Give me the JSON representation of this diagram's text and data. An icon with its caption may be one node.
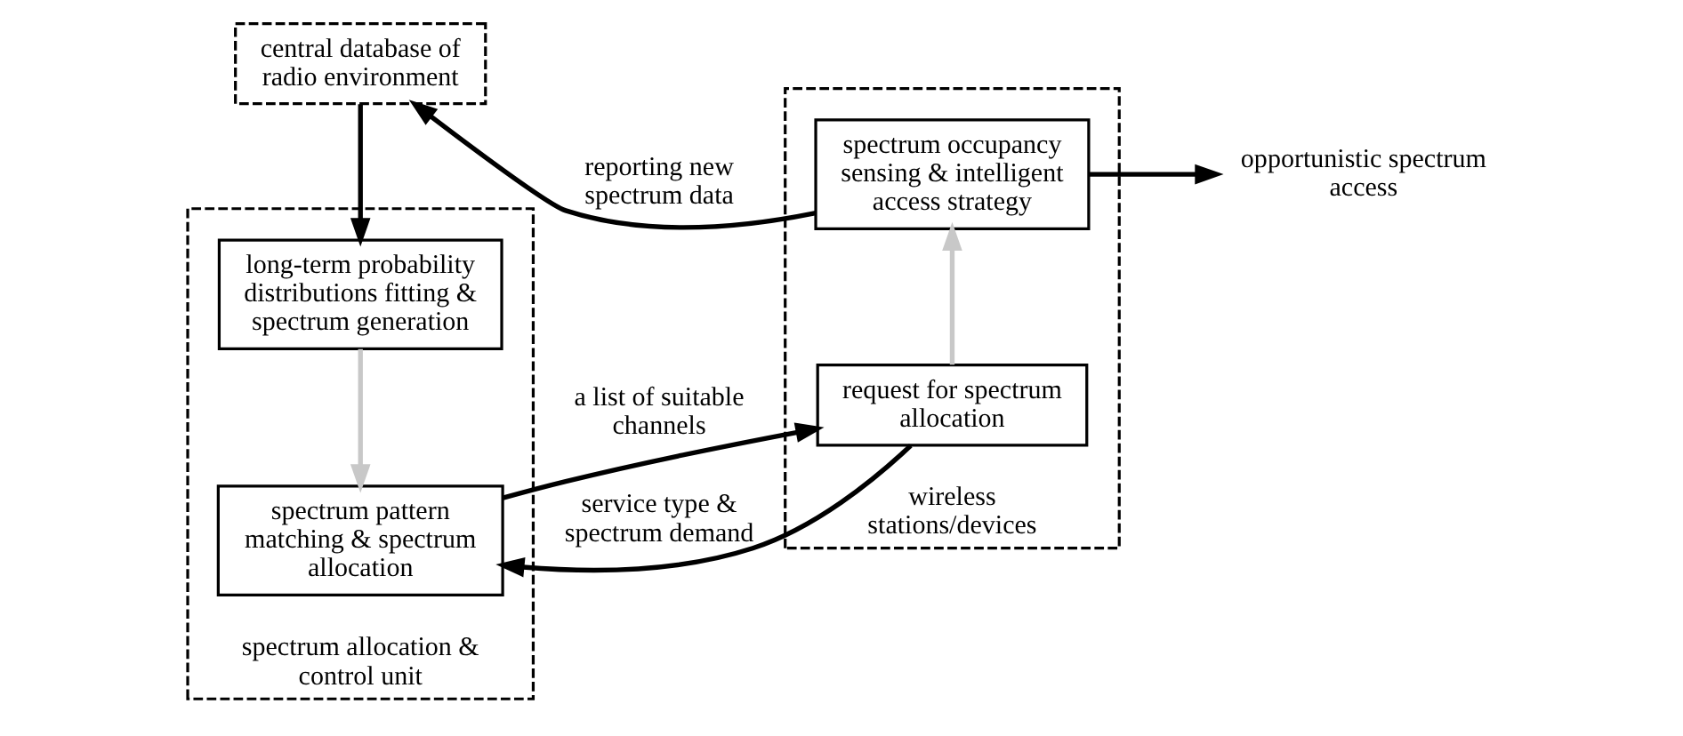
{
  "diagram": {
    "nodes": [
      {
        "text": [
          "central database of radio environment"
        ]
      },
      {
        "text": [
          "spectrum allocation & control unit"
        ]
      },
      {
        "text": [
          "long-term probability distributions fitting & spectrum generation"
        ],
        "in": 1
      },
      {
        "text": [
          "spectrum pattern matching & spectrum allocation"
        ],
        "in": 1
      },
      {
        "text": [
          "wireless stations/devices"
        ]
      },
      {
        "text": [
          "spectrum occupancy sensing & intelligent access strategy"
        ],
        "in": 4
      },
      {
        "text": [
          "request for spectrum allocation"
        ],
        "in": 4
      },
      {
        "text": [
          "opportunistic spectrum access"
        ]
      }
    ],
    "edges": [
      {
        "from": 0,
        "to": 2,
        "arrow": "to"
      },
      {
        "from": 5,
        "to": 0,
        "arrow": "to",
        "label": "reporting new spectrum data"
      },
      {
        "from": 2,
        "to": 3,
        "arrow": "to",
        "color": "#c8c8c8"
      },
      {
        "from": 6,
        "to": 3,
        "arrow": "to",
        "label": "service type & spectrum demand"
      },
      {
        "from": 3,
        "to": 6,
        "arrow": "to",
        "label": "a list of suitable channels"
      },
      {
        "from": 6,
        "to": 5,
        "arrow": "to",
        "color": "#c8c8c8"
      },
      {
        "from": 5,
        "to": 7,
        "arrow": "to"
      }
    ]
  }
}
